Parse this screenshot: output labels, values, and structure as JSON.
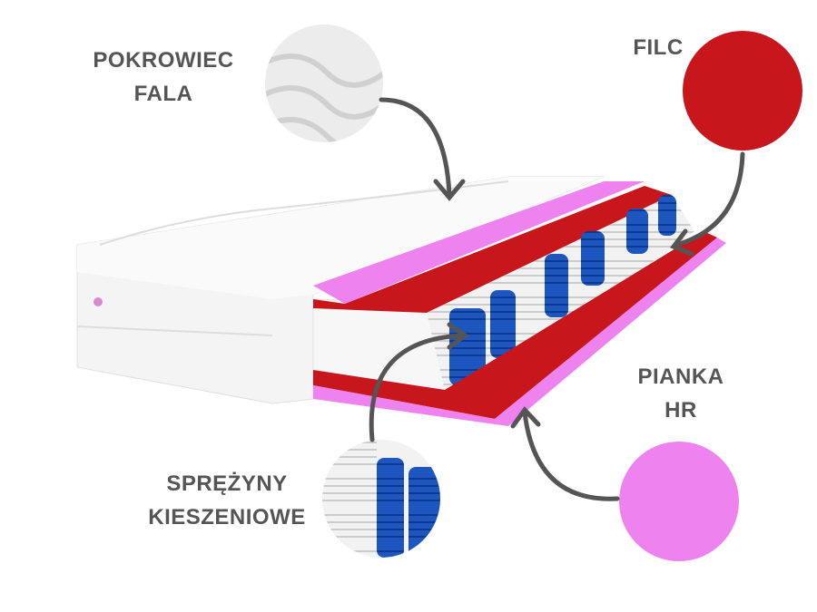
{
  "labels": {
    "cover": [
      "POKROWIEC",
      "FALA"
    ],
    "felt": [
      "FILC"
    ],
    "foam": [
      "PIANKA",
      "HR"
    ],
    "springs": [
      "SPRĘŻYNY",
      "KIESZENIOWE"
    ]
  },
  "colors": {
    "felt": "#c8161d",
    "foam": "#ee82ee",
    "springs": "#1e56c0",
    "text": "#555555",
    "arrow": "#555555"
  }
}
